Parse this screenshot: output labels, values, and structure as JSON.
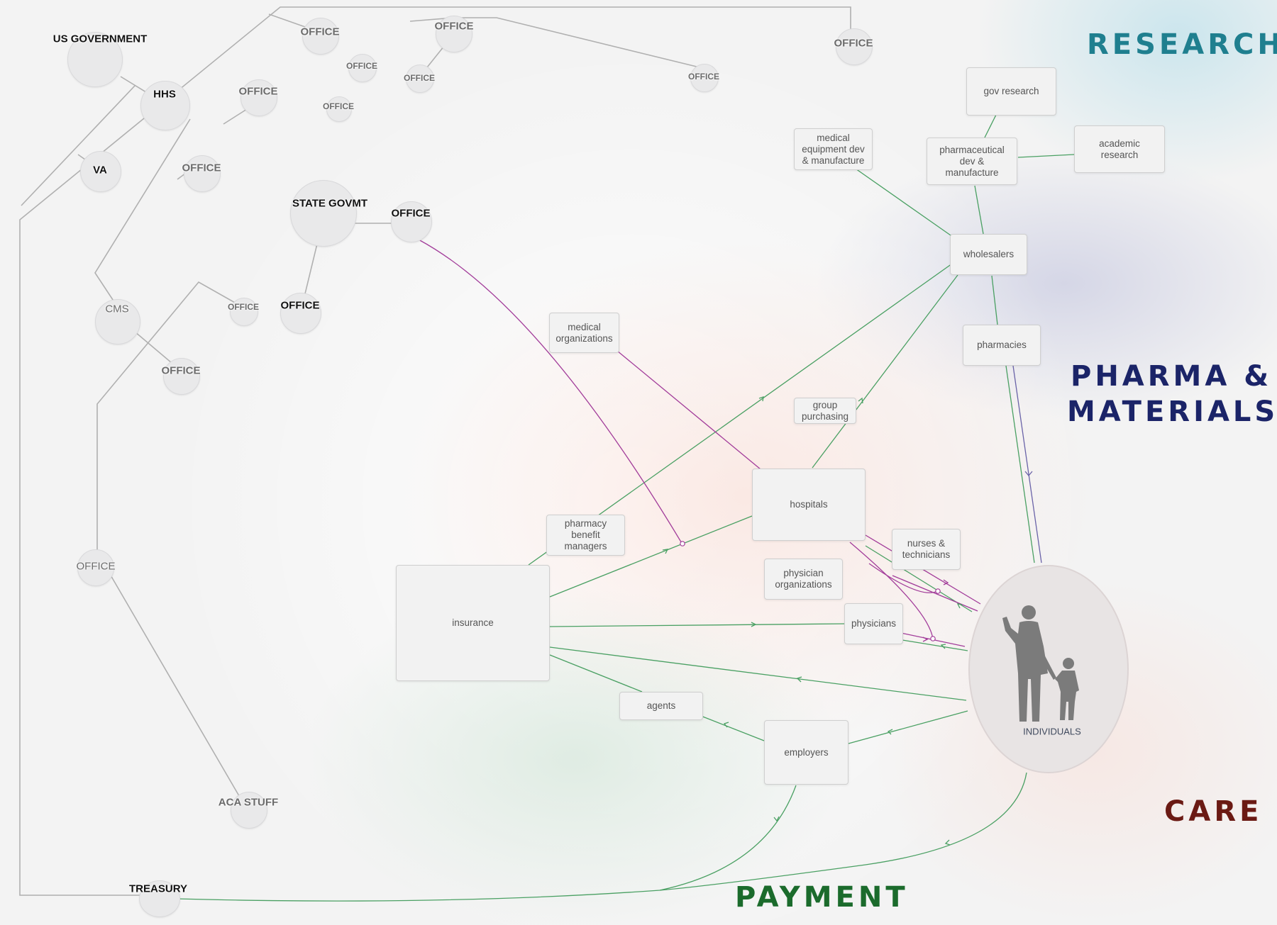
{
  "regions": {
    "research": "RESEARCH",
    "pharma_line1": "PHARMA &",
    "pharma_line2": "MATERIALS",
    "care": "CARE",
    "payment": "PAYMENT"
  },
  "colors": {
    "research": "#1f7f8f",
    "pharma": "#1b2468",
    "care": "#6b1a14",
    "payment": "#1b6b2c",
    "payment_link": "#4aa063",
    "care_link": "#a23c9a",
    "pharma_link": "#6a63a8",
    "gov_tree": "#b0b0b0"
  },
  "government": {
    "us_government": "US GOVERNMENT",
    "hhs": "HHS",
    "va": "VA",
    "cms": "CMS",
    "state_govmt": "STATE GOVMT",
    "treasury": "TREASURY",
    "aca_stuff": "ACA STUFF",
    "office": "OFFICE"
  },
  "entities": {
    "gov_research": "gov research",
    "academic_research": "academic research",
    "medical_equipment": "medical equipment dev & manufacture",
    "pharmaceutical": "pharmaceutical dev & manufacture",
    "wholesalers": "wholesalers",
    "pharmacies": "pharmacies",
    "medical_organizations": "medical organizations",
    "group_purchasing": "group purchasing",
    "hospitals": "hospitals",
    "pharmacy_benefit_managers": "pharmacy benefit managers",
    "nurses_technicians": "nurses & technicians",
    "physician_organizations": "physician organizations",
    "physicians": "physicians",
    "insurance": "insurance",
    "agents": "agents",
    "employers": "employers",
    "individuals": "INDIVIDUALS"
  }
}
